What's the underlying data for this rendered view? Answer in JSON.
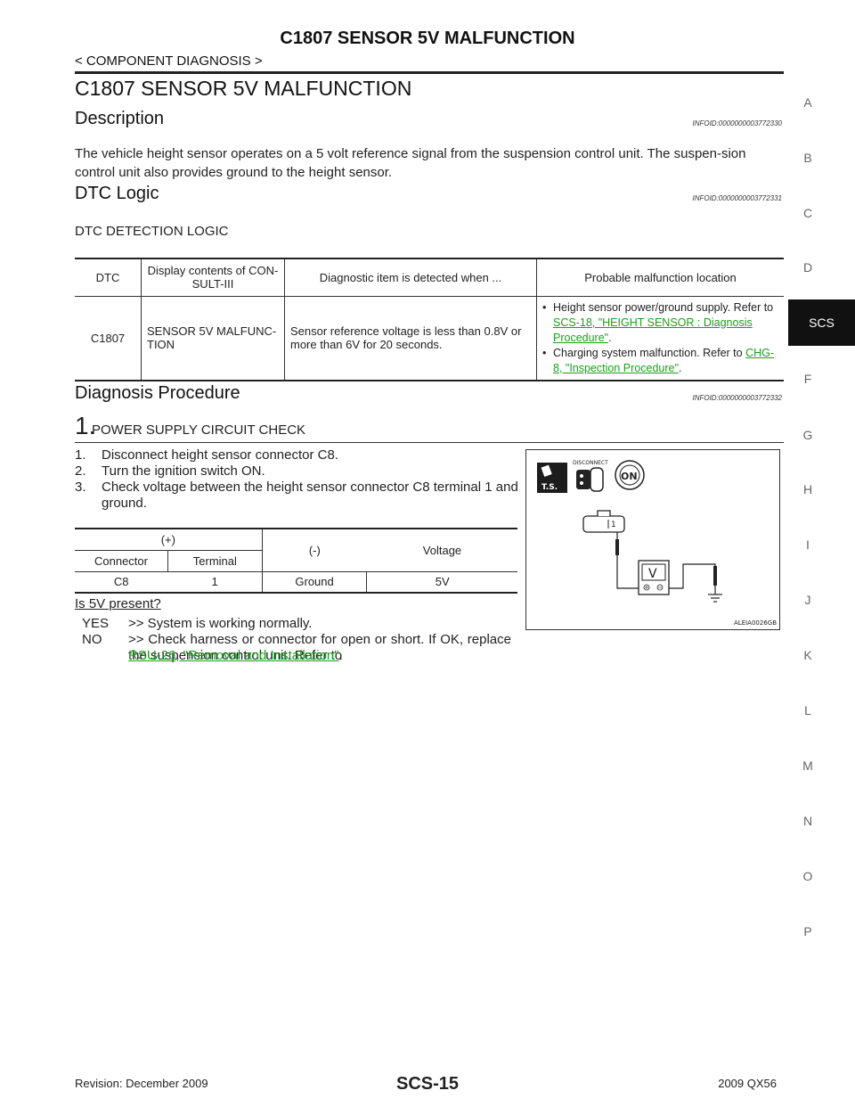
{
  "header": {
    "title": "C1807 SENSOR 5V MALFUNCTION",
    "breadcrumb": "< COMPONENT DIAGNOSIS >"
  },
  "page_title": "C1807 SENSOR 5V MALFUNCTION",
  "description": {
    "heading": "Description",
    "infoid": "INFOID:0000000003772330",
    "text": "The vehicle height sensor operates on a 5 volt reference signal from the suspension control unit. The suspen-sion control unit also provides ground to the height sensor."
  },
  "dtc_logic": {
    "heading": "DTC Logic",
    "infoid": "INFOID:0000000003772331",
    "subheading": "DTC DETECTION LOGIC",
    "table": {
      "headers": [
        "DTC",
        "Display contents of CON-SULT-III",
        "Diagnostic item is detected when ...",
        "Probable malfunction location"
      ],
      "row": {
        "dtc": "C1807",
        "display": "SENSOR 5V MALFUNC-TION",
        "condition": "Sensor reference voltage is less than 0.8V or more than 6V for 20 seconds.",
        "loc1_text": "Height sensor power/ground supply. Refer to ",
        "loc1_link": "SCS-18, \"HEIGHT SENSOR : Diagnosis Procedure\"",
        "loc1_end": ".",
        "loc2_text": "Charging system malfunction. Refer to ",
        "loc2_link": "CHG-8, \"Inspection Procedure\"",
        "loc2_end": "."
      }
    }
  },
  "diagnosis": {
    "heading": "Diagnosis  Procedure",
    "infoid": "INFOID:0000000003772332",
    "step_number": "1.",
    "step_title": "POWER SUPPLY CIRCUIT CHECK",
    "steps": [
      {
        "num": "1.",
        "text": "Disconnect height sensor connector C8."
      },
      {
        "num": "2.",
        "text": "Turn the ignition switch ON."
      },
      {
        "num": "3.",
        "text": "Check voltage between the height sensor connector C8 terminal 1 and ground."
      }
    ],
    "voltage_table": {
      "plus": "(+)",
      "minus": "(-)",
      "voltage": "Voltage",
      "connector": "Connector",
      "terminal": "Terminal",
      "row": {
        "connector": "C8",
        "terminal": "1",
        "ground": "Ground",
        "voltage": "5V"
      }
    },
    "question": "Is 5V present?",
    "yes_label": "YES",
    "yes_text": ">> System is working normally.",
    "no_label": "NO",
    "no_text": ">> Check harness or connector for open or short. If OK, replace the suspension control unit. Refer to ",
    "no_link": "RSU-26, \"Removal and Installation\"",
    "no_end": ".",
    "diagram": {
      "disconnect_label": "DISCONNECT",
      "ts_label": "T.S.",
      "on_label": "ON",
      "terminal_label": "1",
      "meter_label": "V",
      "code": "ALEIA0026GB"
    }
  },
  "side_index": [
    "A",
    "B",
    "C",
    "D",
    "SCS",
    "F",
    "G",
    "H",
    "I",
    "J",
    "K",
    "L",
    "M",
    "N",
    "O",
    "P"
  ],
  "footer": {
    "revision": "Revision: December 2009",
    "page": "SCS-15",
    "model": "2009 QX56"
  }
}
